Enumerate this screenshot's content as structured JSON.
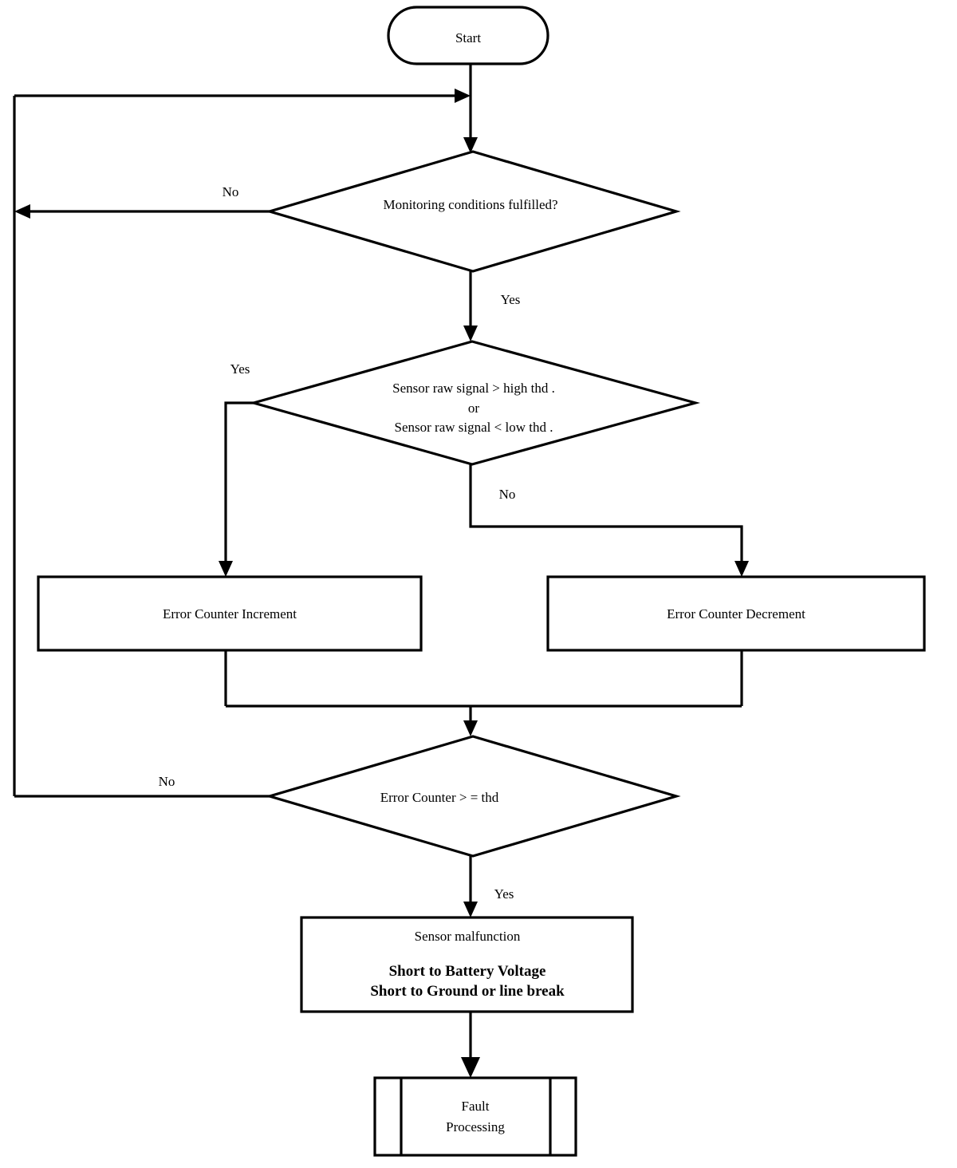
{
  "diagram": {
    "title": "Sensor Monitoring and Fault Detection Flowchart",
    "type": "flowchart",
    "background_color": "#ffffff",
    "line_color": "#000000"
  },
  "nodes": {
    "start": {
      "label": "Start",
      "shape": "terminator"
    },
    "decision_monitoring": {
      "label": "Monitoring  conditions fulfilled?",
      "shape": "decision"
    },
    "decision_threshold": {
      "line1": "Sensor raw signal > high thd    .",
      "line2": "or",
      "line3": "Sensor   raw signal < low thd .",
      "shape": "decision"
    },
    "counter_increment": {
      "label": "Error Counter Increment",
      "shape": "process"
    },
    "counter_decrement": {
      "label": "Error Counter Decrement",
      "shape": "process"
    },
    "decision_counter": {
      "label": "Error Counter > = thd",
      "shape": "decision"
    },
    "malfunction": {
      "line1": "Sensor malfunction",
      "line2": "Short to Battery Voltage",
      "line3": "Short to Ground or  line break",
      "shape": "process"
    },
    "fault_processing": {
      "line1": "Fault",
      "line2": "Processing",
      "shape": "predefined-process"
    }
  },
  "edge_labels": {
    "monitoring_no": "No",
    "monitoring_yes": "Yes",
    "threshold_yes": "Yes",
    "threshold_no": "No",
    "counter_no": "No",
    "counter_yes": "Yes"
  }
}
